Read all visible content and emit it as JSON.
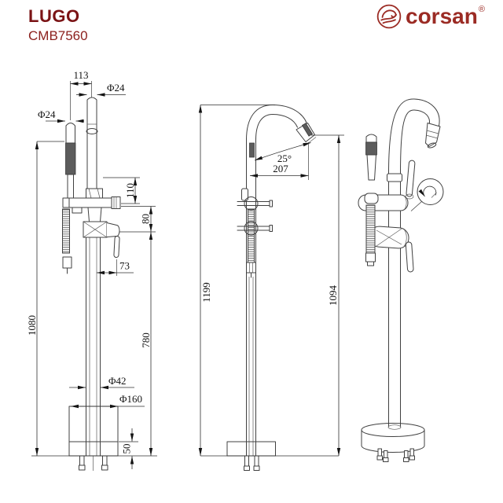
{
  "product": {
    "name": "LUGO",
    "model": "CMB7560"
  },
  "brand": {
    "name": "corsan",
    "registered": "®"
  },
  "colors": {
    "title_red": "#7a1315",
    "model_red": "#8c211e",
    "logo_red": "#9b2b24",
    "line_gray": "#404040",
    "dim_text": "#141414",
    "background": "#ffffff"
  },
  "dims": {
    "front": {
      "d113": "113",
      "dia24_spout": "Φ24",
      "dia24_shower": "Φ24",
      "d110": "110",
      "d80": "80",
      "d73": "73",
      "d1080": "1080",
      "d780": "780",
      "dia42": "Φ42",
      "dia160": "Φ160",
      "d50": "50"
    },
    "side": {
      "angle25": "25°",
      "d207": "207",
      "d1199": "1199",
      "d1094": "1094"
    }
  }
}
